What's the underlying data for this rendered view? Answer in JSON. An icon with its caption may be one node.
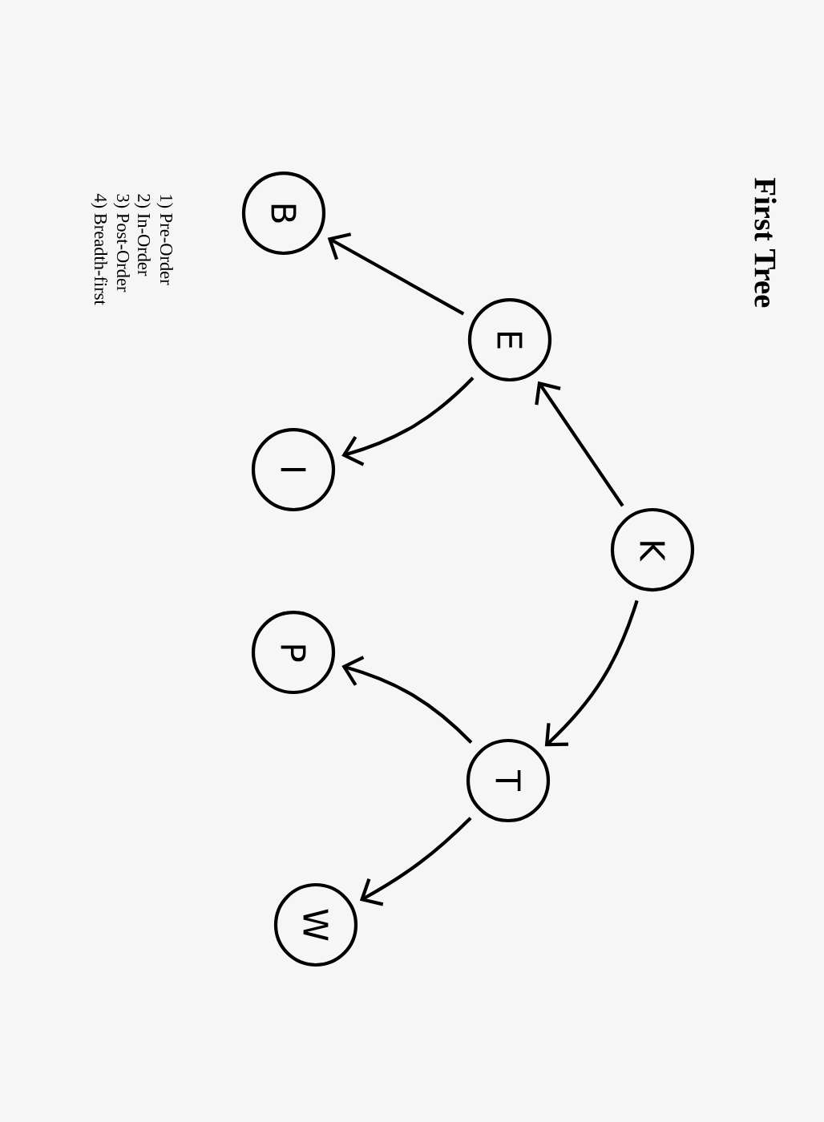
{
  "diagram": {
    "title": "First Tree",
    "nodes": [
      {
        "text": [
          "K"
        ]
      },
      {
        "text": [
          "E"
        ]
      },
      {
        "text": [
          "T"
        ]
      },
      {
        "text": [
          "B"
        ]
      },
      {
        "text": [
          "I"
        ]
      },
      {
        "text": [
          "P"
        ]
      },
      {
        "text": [
          "W"
        ]
      }
    ],
    "edges": [
      {
        "from": 0,
        "to": 1,
        "arrow": "to"
      },
      {
        "from": 0,
        "to": 2,
        "arrow": "to"
      },
      {
        "from": 1,
        "to": 3,
        "arrow": "to"
      },
      {
        "from": 1,
        "to": 4,
        "arrow": "to"
      },
      {
        "from": 2,
        "to": 5,
        "arrow": "to"
      },
      {
        "from": 2,
        "to": 6,
        "arrow": "to"
      }
    ],
    "labels": [
      "1) Pre-Order",
      "2) In-Order",
      "3) Post-Order",
      "4) Breadth-first"
    ]
  }
}
